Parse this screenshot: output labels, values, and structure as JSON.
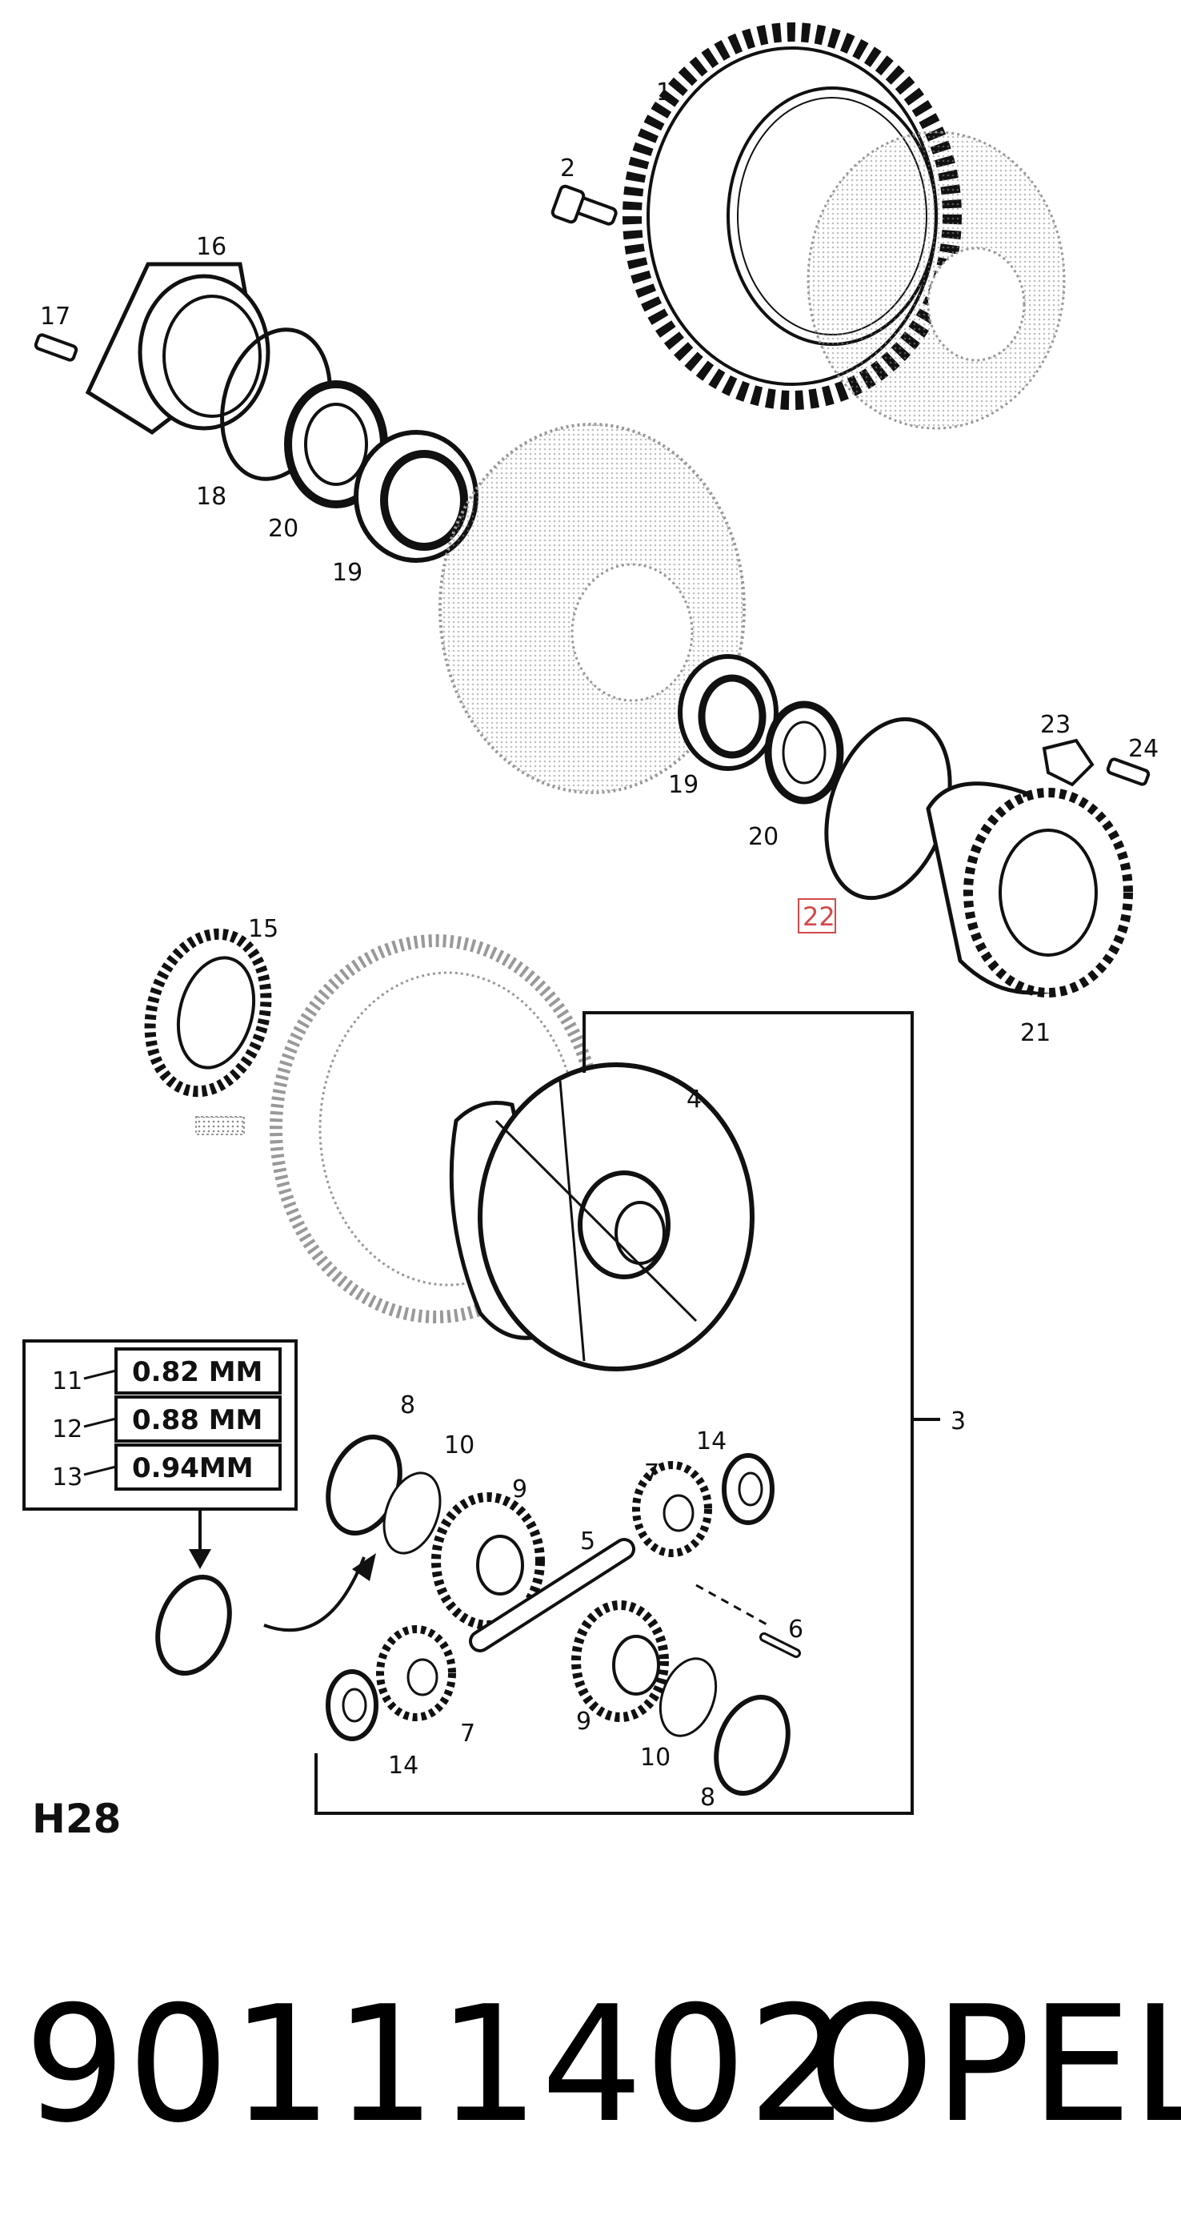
{
  "diagram": {
    "callouts": [
      {
        "id": "1",
        "text": "1"
      },
      {
        "id": "2",
        "text": "2"
      },
      {
        "id": "16",
        "text": "16"
      },
      {
        "id": "17",
        "text": "17"
      },
      {
        "id": "18",
        "text": "18"
      },
      {
        "id": "20a",
        "text": "20"
      },
      {
        "id": "19a",
        "text": "19"
      },
      {
        "id": "19b",
        "text": "19"
      },
      {
        "id": "20b",
        "text": "20"
      },
      {
        "id": "22",
        "text": "22",
        "highlighted": true
      },
      {
        "id": "21",
        "text": "21"
      },
      {
        "id": "23",
        "text": "23"
      },
      {
        "id": "24",
        "text": "24"
      },
      {
        "id": "15",
        "text": "15"
      },
      {
        "id": "4",
        "text": "4"
      },
      {
        "id": "3",
        "text": "3"
      },
      {
        "id": "8a",
        "text": "8"
      },
      {
        "id": "10a",
        "text": "10"
      },
      {
        "id": "9a",
        "text": "9"
      },
      {
        "id": "7a",
        "text": "7"
      },
      {
        "id": "14a",
        "text": "14"
      },
      {
        "id": "5",
        "text": "5"
      },
      {
        "id": "6",
        "text": "6"
      },
      {
        "id": "9b",
        "text": "9"
      },
      {
        "id": "10b",
        "text": "10"
      },
      {
        "id": "8b",
        "text": "8"
      },
      {
        "id": "7b",
        "text": "7"
      },
      {
        "id": "14b",
        "text": "14"
      }
    ],
    "shim_table": [
      {
        "ref": "11",
        "size": "0.82 MM"
      },
      {
        "ref": "12",
        "size": "0.88 MM"
      },
      {
        "ref": "13",
        "size": "0.94MM"
      }
    ],
    "highlight_color": "#d24a4a",
    "line_color": "#111111",
    "ghost_color": "#9a9a9a"
  },
  "footer": {
    "page_code": "H28",
    "part_number": "90111402",
    "brand": "OPEL"
  }
}
